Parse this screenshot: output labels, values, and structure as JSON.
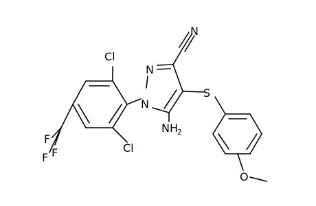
{
  "molecule": {
    "atoms": {
      "n_cyano": "N",
      "n_ring_2": "N",
      "n_ring_1": "N",
      "s_thio": "S",
      "amino_nh": "NH",
      "amino_sub": "2",
      "cl_top": "Cl",
      "cl_bottom": "Cl",
      "f_1": "F",
      "f_2": "F",
      "f_3": "F",
      "o_methoxy": "O"
    }
  }
}
